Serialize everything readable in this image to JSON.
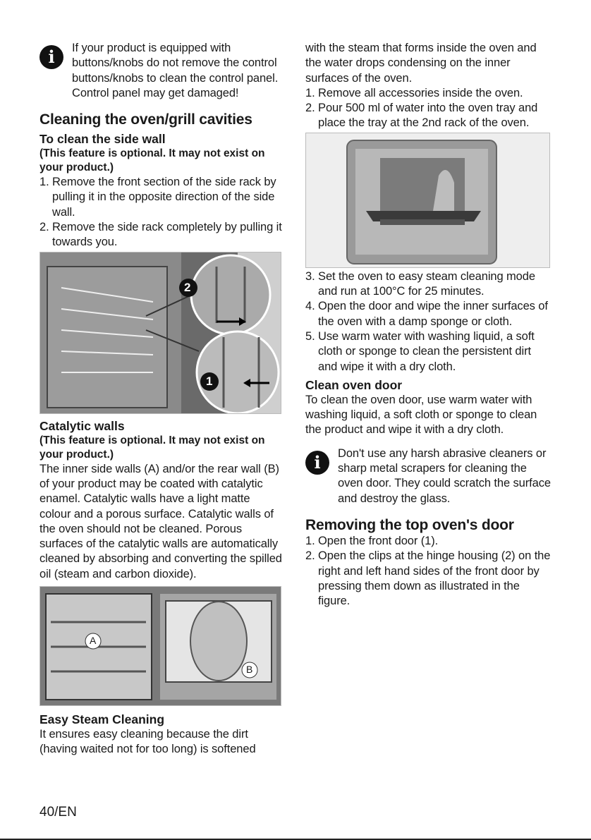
{
  "left": {
    "note": {
      "icon": "info-icon",
      "lines": [
        "If your product is equipped with buttons/knobs do not remove the control buttons/knobs to clean the control panel.",
        "Control panel may get damaged!"
      ]
    },
    "section_title": "Cleaning the oven/grill cavities",
    "side_wall": {
      "title": "To clean the side wall",
      "optional": "(This feature is optional. It may not exist on your product.)",
      "steps": [
        "1. Remove the front section of the side rack by pulling it in the opposite direction of the side wall.",
        "2. Remove the side rack completely by pulling it towards you."
      ],
      "figure_labels": [
        "2",
        "1"
      ]
    },
    "catalytic": {
      "title": "Catalytic walls",
      "optional": "(This feature is optional. It may not exist on your product.)",
      "body": "The inner side walls (A) and/or the rear wall (B) of your product may be coated with catalytic enamel. Catalytic walls have a light matte colour and a porous surface. Catalytic walls of the oven should not be cleaned. Porous surfaces of the catalytic walls are automatically cleaned by absorbing and converting the spilled oil (steam and carbon dioxide).",
      "figure_labels": [
        "A",
        "B"
      ]
    },
    "easy_steam": {
      "title": "Easy Steam Cleaning",
      "body": "It ensures easy cleaning because the dirt (having waited not for too long) is softened"
    }
  },
  "right": {
    "continued": "with the steam that forms inside the oven and the water drops condensing on the inner surfaces of the oven.",
    "steps_a": [
      "1. Remove all accessories inside the oven.",
      "2. Pour 500 ml of water into the oven tray and place the tray at the 2nd rack of the oven."
    ],
    "steps_b": [
      "3. Set the oven to easy steam cleaning mode and run at 100°C for 25 minutes.",
      "4. Open the door and wipe the inner surfaces of the oven with a damp sponge or cloth.",
      "5. Use warm water with washing liquid, a soft cloth or sponge to clean the persistent dirt and wipe it with a dry cloth."
    ],
    "door": {
      "title": "Clean oven door",
      "body": "To clean the oven door, use warm water with washing liquid, a soft cloth or sponge to clean the product and wipe it with a dry cloth.",
      "note": "Don't use any harsh abrasive cleaners or sharp metal scrapers for cleaning the oven door. They could scratch the surface and destroy the glass."
    },
    "removing": {
      "title": "Removing the top oven's door",
      "steps": [
        "1. Open the front door (1).",
        "2. Open the clips at the hinge housing (2) on the right and left hand sides of the front door by pressing them down as illustrated in the figure."
      ]
    }
  },
  "footer": {
    "page": "40/EN"
  }
}
